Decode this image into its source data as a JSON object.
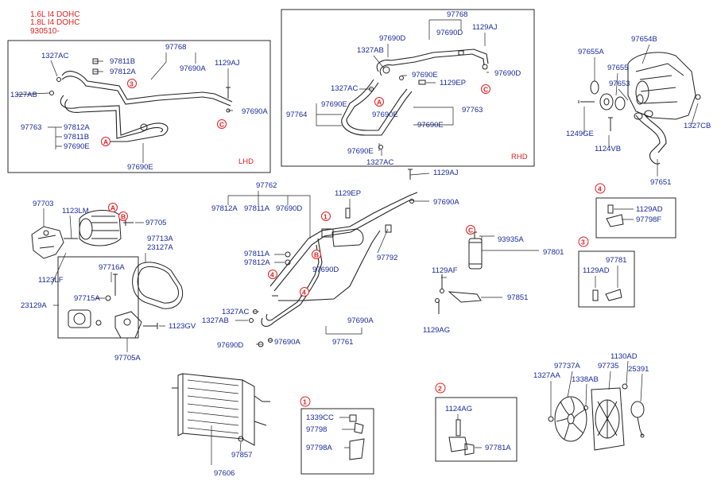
{
  "header": {
    "line1": "1.6L I4 DOHC",
    "line2": "1.8L I4 DOHC",
    "line3": "930510-"
  },
  "lhd_box": {
    "tag": "LHD",
    "labels": {
      "l1327AC": "1327AC",
      "l97811B": "97811B",
      "l97812A": "97812A",
      "l97768": "97768",
      "l97690A_top": "97690A",
      "l1129AJ": "1129AJ",
      "l1327AB": "1327AB",
      "l97690A_right": "97690A",
      "l97763": "97763",
      "l97812A_b": "97812A",
      "l97811B_b": "97811B",
      "l97690E": "97690E",
      "l97690E_bottom": "97690E"
    },
    "callouts": {
      "c3": "3",
      "cA": "A",
      "cC": "C"
    }
  },
  "rhd_box": {
    "tag": "RHD",
    "labels": {
      "l97768": "97768",
      "l97690D_a": "97690D",
      "l97690D_b": "97690D",
      "l1129AJ": "1129AJ",
      "l1327AB": "1327AB",
      "l97690E_a": "97690E",
      "l1129EP": "1129EP",
      "l1327AC_a": "1327AC",
      "l97690D_r": "97690D",
      "l97764": "97764",
      "l97690E_b": "97690E",
      "l97763": "97763",
      "l97690E_c": "97690E",
      "l97690E_d": "97690E",
      "l97690E_e": "97690E",
      "l1327AC_b": "1327AC"
    },
    "callouts": {
      "cA": "A",
      "cC": "C"
    }
  },
  "compressor_group": {
    "labels": {
      "l97654B": "97654B",
      "l97655A": "97655A",
      "l97655": "97655",
      "l97653": "97653",
      "l1249GE": "1249GE",
      "l1124VB": "1124VB",
      "l1327CB": "1327CB",
      "l97651": "97651"
    }
  },
  "left_mid": {
    "labels": {
      "l97703": "97703",
      "l1123LM": "1123LM",
      "l97705": "97705",
      "l97713A": "97713A",
      "l23127A": "23127A",
      "l97716A": "97716A",
      "l1123LF": "1123LF",
      "l23129A": "23129A",
      "l97715A": "97715A",
      "l1123GV": "1123GV",
      "l97705A": "97705A"
    },
    "callouts": {
      "cA": "A",
      "cB": "B"
    }
  },
  "center": {
    "labels": {
      "l97762": "97762",
      "l97812A": "97812A",
      "l97811A": "97811A",
      "l97690D": "97690D",
      "l1129EP": "1129EP",
      "l1129AJ": "1129AJ",
      "l97690A_r": "97690A",
      "l97811A_b": "97811A",
      "l97812A_b": "97812A",
      "l97690D_b": "97690D",
      "l97792": "97792",
      "l1327AC": "1327AC",
      "l1327AB": "1327AB",
      "l97690A_b": "97690A",
      "l97690D_c": "97690D",
      "l97690A_c": "97690A",
      "l97761": "97761"
    },
    "callouts": {
      "c1": "1",
      "cB": "B",
      "c4": "4"
    }
  },
  "receiver_group": {
    "labels": {
      "l93935A": "93935A",
      "l97801": "97801",
      "l1129AF": "1129AF",
      "l97851": "97851",
      "l1129AG": "1129AG"
    },
    "callouts": {
      "cC": "C"
    }
  },
  "detail4": {
    "num": "4",
    "labels": {
      "l1129AD": "1129AD",
      "l97798F": "97798F"
    }
  },
  "detail3": {
    "num": "3",
    "labels": {
      "l97781": "97781",
      "l1129AD": "1129AD"
    }
  },
  "condenser": {
    "labels": {
      "l97857": "97857",
      "l97606": "97606"
    }
  },
  "detail1": {
    "num": "1",
    "labels": {
      "l1339CC": "1339CC",
      "l97798": "97798",
      "l97798A": "97798A"
    }
  },
  "detail2": {
    "num": "2",
    "labels": {
      "l1124AG": "1124AG",
      "l97781A": "97781A"
    }
  },
  "fan_group": {
    "labels": {
      "l1130AD": "1130AD",
      "l97737A": "97737A",
      "l97735": "97735",
      "l25391": "25391",
      "l1327AA": "1327AA",
      "l1338AB": "1338AB"
    }
  }
}
